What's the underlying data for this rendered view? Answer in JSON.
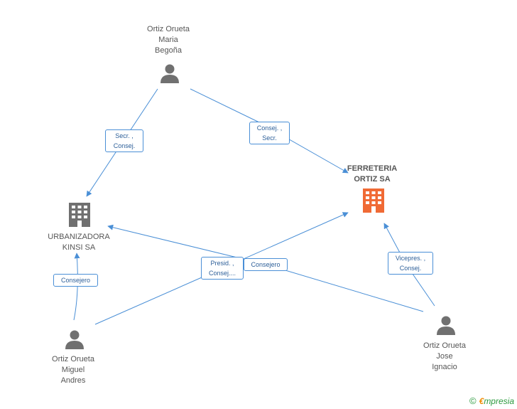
{
  "nodes": {
    "ortiz_maria": {
      "lines": [
        "Ortiz Orueta",
        "Maria",
        "Begoña"
      ]
    },
    "ferreteria": {
      "lines": [
        "FERRETERIA",
        "ORTIZ SA"
      ]
    },
    "urbanizadora": {
      "lines": [
        "URBANIZADORA",
        "KINSI SA"
      ]
    },
    "ortiz_miguel": {
      "lines": [
        "Ortiz Orueta",
        "Miguel",
        "Andres"
      ]
    },
    "ortiz_jose": {
      "lines": [
        "Ortiz Orueta",
        "Jose",
        "Ignacio"
      ]
    }
  },
  "edges": {
    "maria_urban": {
      "lines": [
        "Secr. ,",
        "Consej."
      ]
    },
    "maria_ferr": {
      "lines": [
        "Consej. ,",
        "Secr."
      ]
    },
    "miguel_urban": {
      "lines": [
        "Consejero"
      ]
    },
    "miguel_ferr": {
      "lines": [
        "Presid. ,",
        "Consej...."
      ]
    },
    "jose_urban": {
      "lines": [
        "Consejero"
      ]
    },
    "jose_ferr": {
      "lines": [
        "Vicepres. ,",
        "Consej."
      ]
    }
  },
  "colors": {
    "edge": "#4a8fd6",
    "person": "#707070",
    "company_main": "#f06a35",
    "company_other": "#707070"
  },
  "brand": {
    "symbol": "©",
    "e": "€",
    "rest": "mpresia"
  }
}
